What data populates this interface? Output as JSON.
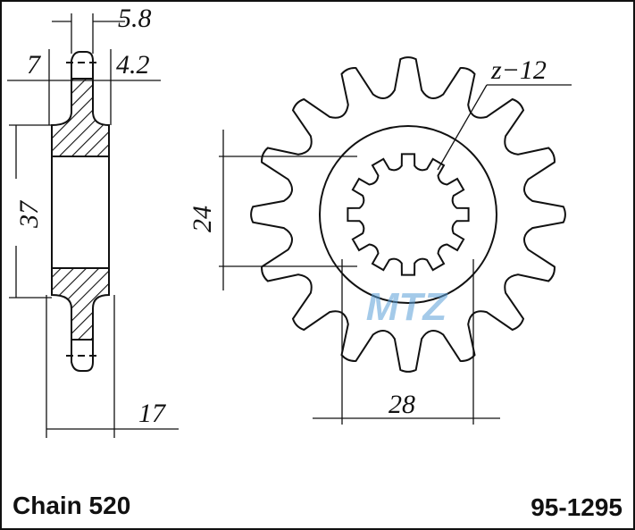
{
  "drawing": {
    "dimensions": {
      "tooth_width": "5.8",
      "offset_left": "7",
      "offset_right": "4.2",
      "hub_diameter": "37",
      "spline_diameter": "24",
      "spline_teeth": "z−12",
      "overall_width": "17",
      "bore_width": "28"
    },
    "teeth_count": 16,
    "spline_count": 12
  },
  "footer": {
    "chain": "Chain 520",
    "part_number": "95-1295"
  },
  "watermark": {
    "logo": "MTZ",
    "color": "#5aa0d8"
  }
}
